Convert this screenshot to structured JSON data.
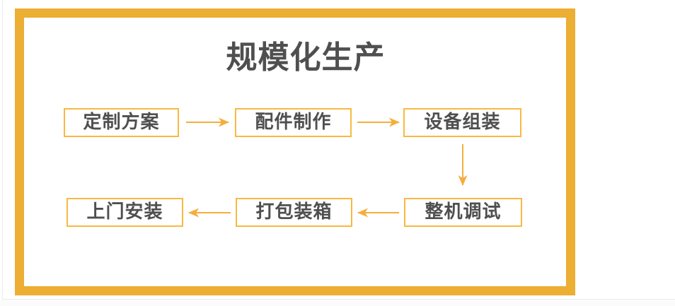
{
  "diagram": {
    "title": "规模化生产",
    "type": "process-flow",
    "steps": [
      {
        "id": "step-1",
        "label": "定制方案"
      },
      {
        "id": "step-2",
        "label": "配件制作"
      },
      {
        "id": "step-3",
        "label": "设备组装"
      },
      {
        "id": "step-4",
        "label": "整机调试"
      },
      {
        "id": "step-5",
        "label": "打包装箱"
      },
      {
        "id": "step-6",
        "label": "上门安装"
      }
    ],
    "connections": [
      {
        "from": "定制方案",
        "to": "配件制作",
        "direction": "right"
      },
      {
        "from": "配件制作",
        "to": "设备组装",
        "direction": "right"
      },
      {
        "from": "设备组装",
        "to": "整机调试",
        "direction": "down"
      },
      {
        "from": "整机调试",
        "to": "打包装箱",
        "direction": "left"
      },
      {
        "from": "打包装箱",
        "to": "上门安装",
        "direction": "left"
      }
    ],
    "colors": {
      "frame": "#ecae33",
      "box_border": "#f8b942",
      "arrow": "#f5ae3c",
      "text": "#4f4f4f",
      "background": "#ffffff",
      "hairline": "#ececec"
    }
  }
}
